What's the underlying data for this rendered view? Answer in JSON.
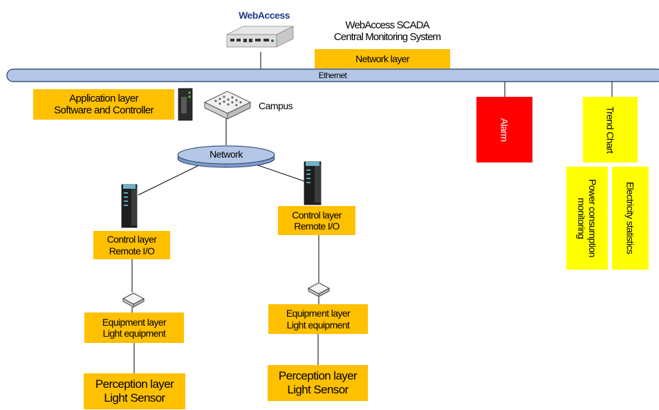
{
  "title": {
    "line1": "WebAccess SCADA",
    "line2": "Central Monitoring System"
  },
  "logo": {
    "text": "WebAccess"
  },
  "network_layer": "Network layer",
  "ethernet": "Ethernet",
  "application": {
    "line1": "Application layer",
    "line2": "Software and Controller"
  },
  "campus": "Campus",
  "network": "Network",
  "alarm": "Alarm",
  "trend_chart": "Trend Chart",
  "power_consumption": {
    "line1": "Power consumption",
    "line2": "monitoring"
  },
  "electricity_statistics": "Electricity statistics",
  "left_branch": {
    "control": {
      "line1": "Control layer",
      "line2": "Remote I/O"
    },
    "equipment": {
      "line1": "Equipment layer",
      "line2": "Light equipment"
    },
    "perception": {
      "line1": "Perception layer",
      "line2": "Light Sensor"
    }
  },
  "right_branch": {
    "control": {
      "line1": "Control layer",
      "line2": "Remote I/O"
    },
    "equipment": {
      "line1": "Equipment layer",
      "line2": "Light equipment"
    },
    "perception": {
      "line1": "Perception layer",
      "line2": "Light Sensor"
    }
  },
  "colors": {
    "orange": "#FFC000",
    "yellow": "#FFFF00",
    "red": "#FF0000",
    "ethernet_bar": "#B4C7E7",
    "network_ellipse": "#B4C7E7"
  }
}
